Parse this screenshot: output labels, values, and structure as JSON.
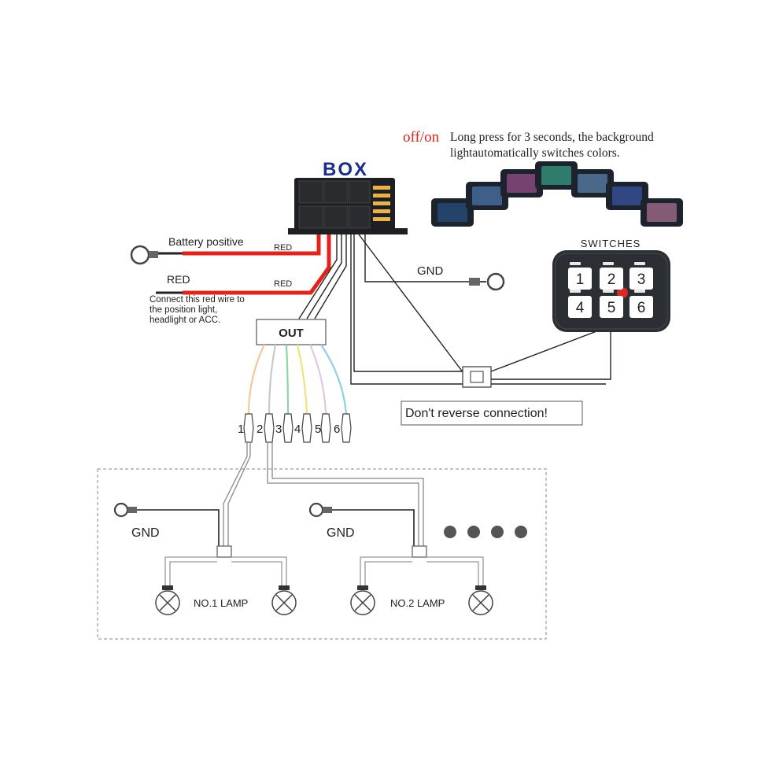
{
  "notice": {
    "offon": "off/on",
    "line1": "Long press for 3 seconds, the background",
    "line2": "lightautomatically switches colors."
  },
  "box_label": "BOX",
  "switches_label": "SWITCHES",
  "switch_keys": [
    "1",
    "2",
    "3",
    "4",
    "5",
    "6"
  ],
  "wires": {
    "battery_positive": "Battery positive",
    "red_label_1": "RED",
    "red": "RED",
    "red_label_2": "RED",
    "connect_note": [
      "Connect this red wire to",
      "the position light,",
      "headlight or ACC."
    ],
    "gnd_box": "GND"
  },
  "out_label": "OUT",
  "warning": "Don't reverse connection!",
  "connector_numbers": [
    "1",
    "2",
    "3",
    "4",
    "5",
    "6"
  ],
  "lamps": {
    "gnd_1": "GND",
    "gnd_2": "GND",
    "lamp_1": "NO.1  LAMP",
    "lamp_2": "NO.2  LAMP"
  },
  "colors": {
    "red_wire": "#e0241b",
    "offon": "#d7261e",
    "box_title": "#1c2d8a",
    "wire_orange": "#f3c89a",
    "wire_gray": "#c9c9c9",
    "wire_green": "#8fd4a0",
    "wire_yellow": "#f0e27a",
    "wire_pink": "#e0c8e0",
    "wire_blue": "#8ecfe6",
    "panel_dark": "#2b2e33"
  }
}
